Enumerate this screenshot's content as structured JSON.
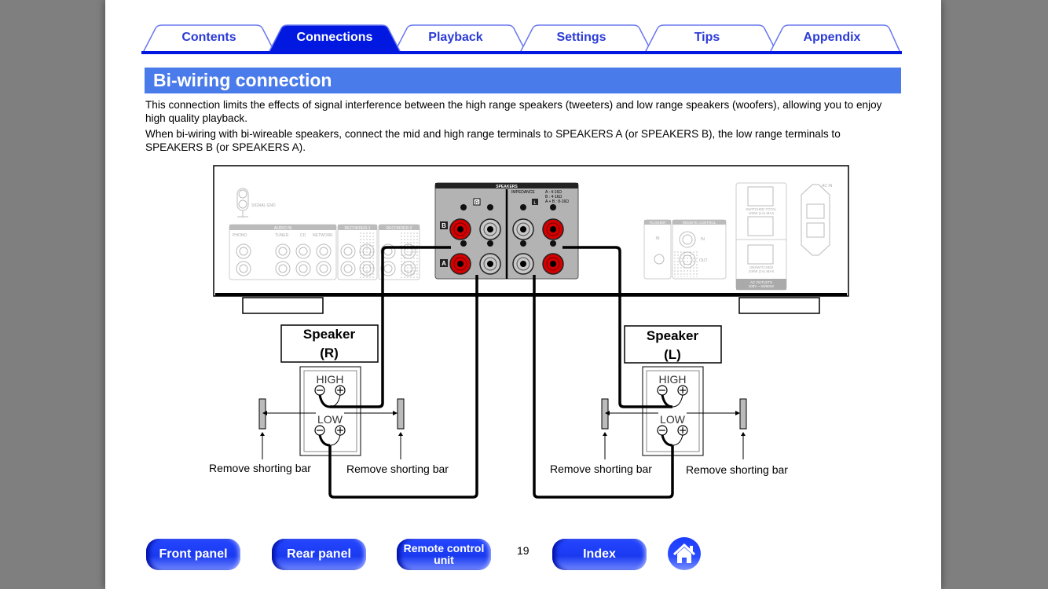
{
  "tabs": [
    {
      "label": "Contents",
      "active": false
    },
    {
      "label": "Connections",
      "active": true
    },
    {
      "label": "Playback",
      "active": false
    },
    {
      "label": "Settings",
      "active": false
    },
    {
      "label": "Tips",
      "active": false
    },
    {
      "label": "Appendix",
      "active": false
    }
  ],
  "section": {
    "title": "Bi-wiring connection",
    "paragraphs": [
      "This connection limits the effects of signal interference between the high range speakers (tweeters) and low range speakers (woofers), allowing you to enjoy high quality playback.",
      "When bi-wiring with bi-wireable speakers, connect the mid and high range terminals to SPEAKERS A (or SPEAKERS B), the low range terminals to SPEAKERS B (or SPEAKERS A)."
    ]
  },
  "diagram": {
    "rear_panel": {
      "signal_gnd": "SIGNAL GND",
      "audio_in": "AUDIO IN",
      "inputs": [
        "PHONO",
        "TUNER",
        "CD",
        "NETWORK"
      ],
      "recorder1": "RECORDER-1",
      "recorder2": "RECORDER-2",
      "in": "IN",
      "out": "OUT",
      "ch_l": "L",
      "ch_r": "R",
      "speakers_title": "SPEAKERS",
      "impedance_label": "IMPEDANCE",
      "impedance": [
        "A : 4-16Ω",
        "B : 4-16Ω",
        "A + B : 8-16Ω"
      ],
      "speaker_a": "A",
      "speaker_b": "B",
      "flasher": "FLASHER",
      "remote_control": "REMOTE CONTROL",
      "switched": "SWITCHED TOTAL",
      "switched_max": "100W (1A) MAX",
      "unswitched": "UNSWITCHED",
      "unswitched_max": "100W (1A) MAX",
      "ac_outlets": "AC OUTLETS",
      "ac_outlets_spec": "100V ~ 50/60Hz",
      "ac_in": "AC IN"
    },
    "speaker_right": {
      "title": "Speaker",
      "channel": "(R)"
    },
    "speaker_left": {
      "title": "Speaker",
      "channel": "(L)"
    },
    "high": "HIGH",
    "low": "LOW",
    "remove_shorting_bar": "Remove shorting bar"
  },
  "nav": {
    "front_panel": "Front panel",
    "rear_panel": "Rear panel",
    "remote_line1": "Remote control",
    "remote_line2": "unit",
    "page_number": "19",
    "index": "Index",
    "home_icon": "home-icon"
  },
  "colors": {
    "tab_active": "#0018e0",
    "tab_border": "#6a78f0",
    "header_bg": "#4a7bea",
    "terminal_red": "#d40000"
  }
}
